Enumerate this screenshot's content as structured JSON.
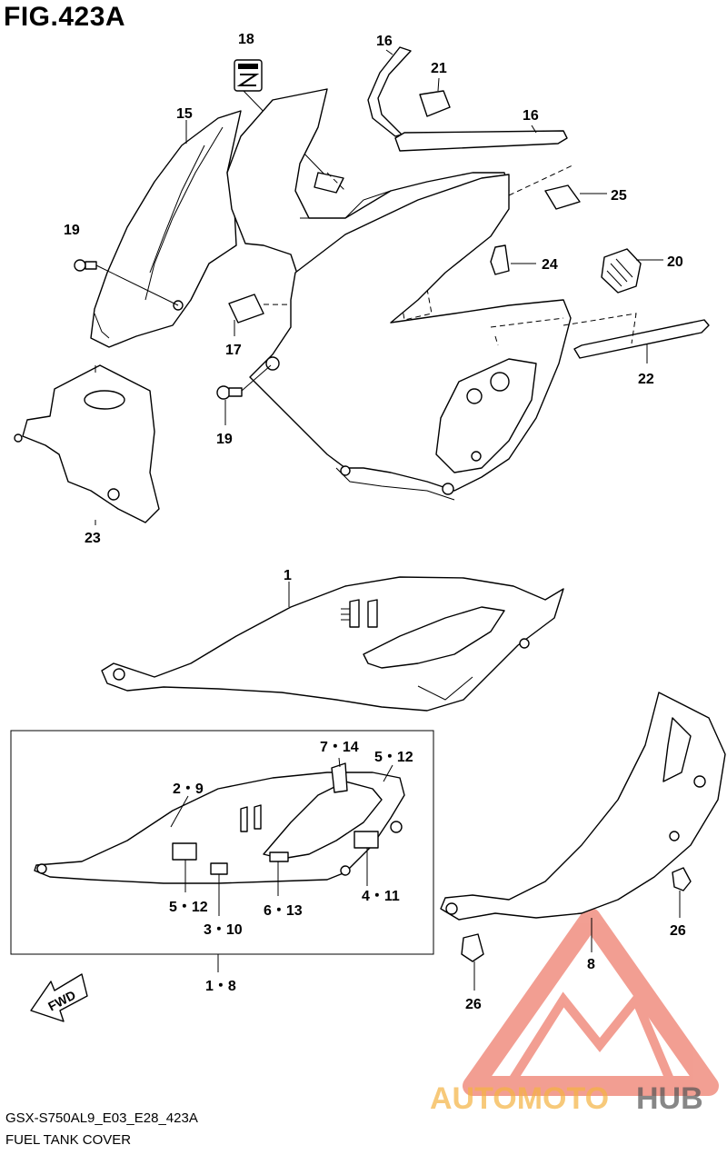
{
  "header": {
    "figure_title": "FIG.423A"
  },
  "footer": {
    "model_code": "GSX-S750AL9_E03_E28_423A",
    "section_name": "FUEL TANK COVER"
  },
  "callouts": {
    "c18": "18",
    "c16a": "16",
    "c21": "21",
    "c16b": "16",
    "c15": "15",
    "c25": "25",
    "c19a": "19",
    "c24": "24",
    "c20": "20",
    "c17": "17",
    "c22": "22",
    "c19b": "19",
    "c23": "23",
    "c1": "1",
    "c7_14": "7・14",
    "c5_12a": "5・12",
    "c2_9": "2・9",
    "c5_12b": "5・12",
    "c3_10": "3・10",
    "c6_13": "6・13",
    "c4_11": "4・11",
    "c1_8": "1・8",
    "c26a": "26",
    "c26b": "26",
    "c8": "8"
  },
  "direction_marker": {
    "label": "FWD"
  },
  "watermark": {
    "text_part1": "AUTOMOTO",
    "text_part2": "HUB",
    "colors": {
      "primary": "#e8503a",
      "secondary": "#f5b342",
      "dark": "#555555"
    }
  },
  "colors": {
    "line": "#000000",
    "background": "#ffffff"
  }
}
